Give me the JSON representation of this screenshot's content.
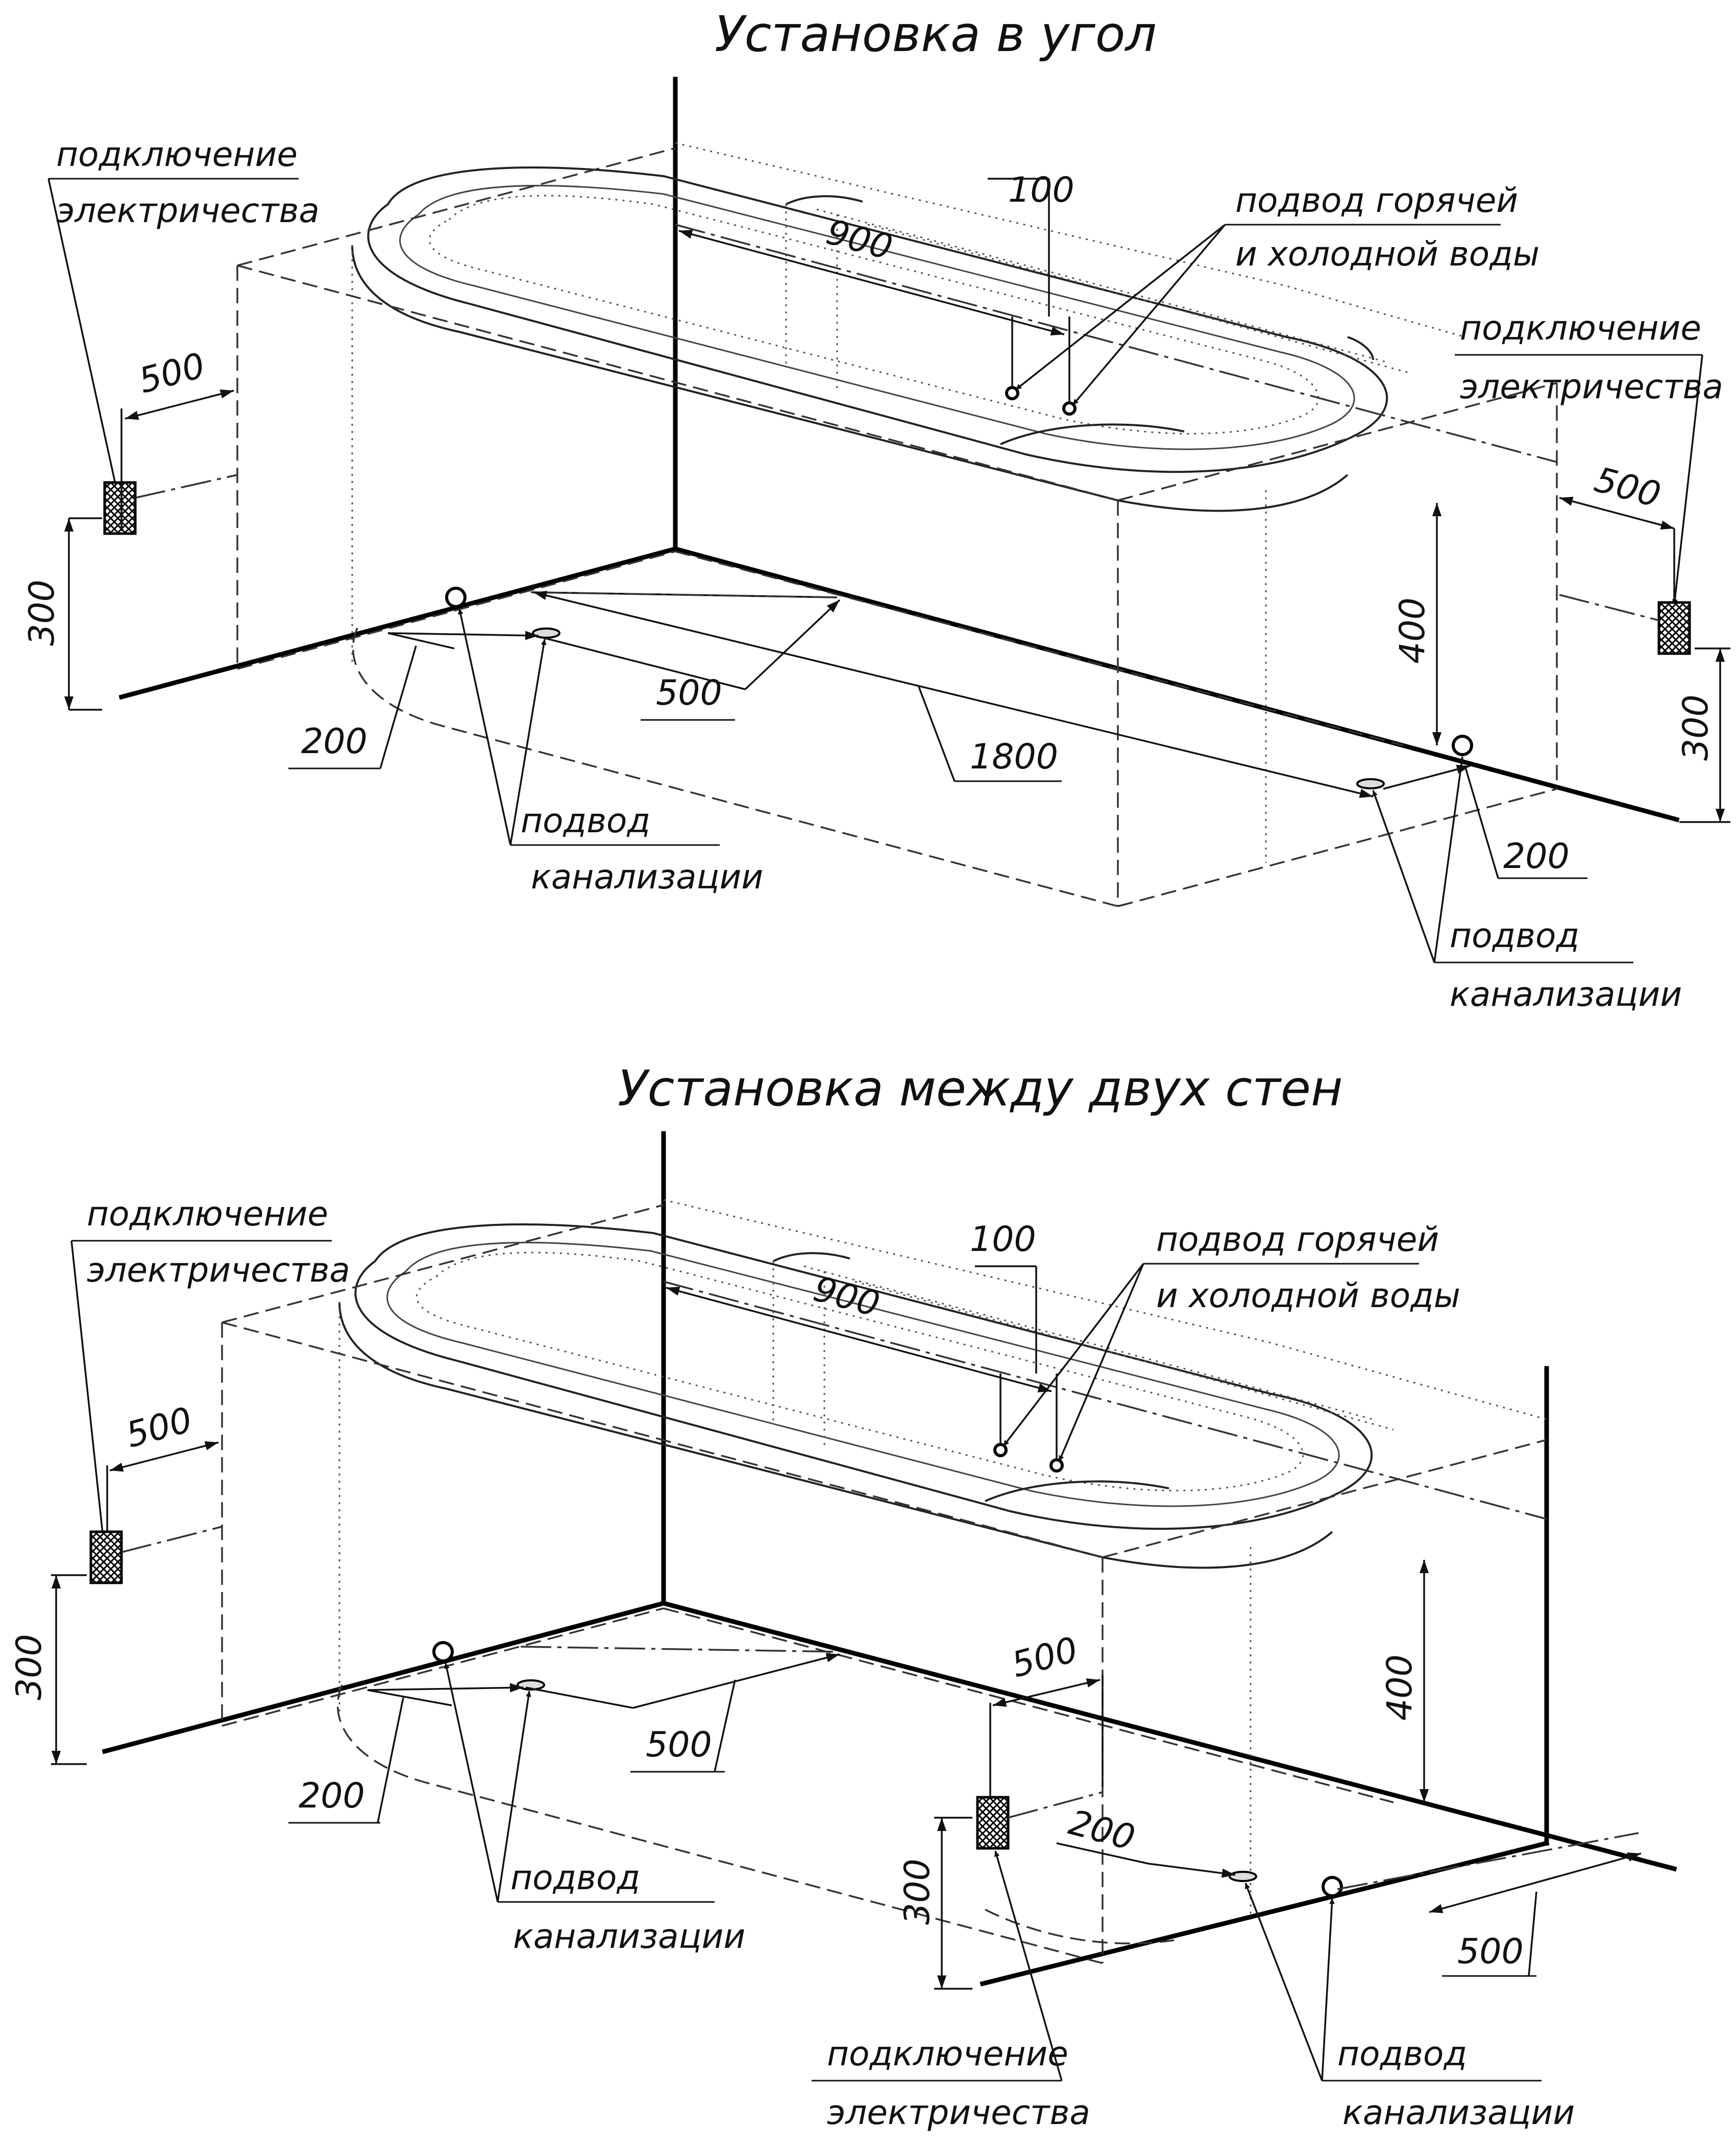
{
  "views": [
    {
      "title": "Установка в угол",
      "labels": {
        "electricity_left": [
          "подключение",
          "электричества"
        ],
        "electricity_right": [
          "подключение",
          "электричества"
        ],
        "water": [
          "подвод горячей",
          "и холодной воды"
        ],
        "sewer_left": [
          "подвод",
          "канализации"
        ],
        "sewer_right": [
          "подвод",
          "канализации"
        ]
      },
      "dims": {
        "water_offset": "100",
        "water_distance": "900",
        "elec_left_horizontal": "500",
        "elec_left_height": "300",
        "elec_right_horizontal": "500",
        "elec_right_height": "300",
        "water_height": "400",
        "drain_left_spacing": "500",
        "drain_left_offset": "200",
        "length": "1800",
        "drain_right_offset": "200"
      }
    },
    {
      "title": "Установка между двух стен",
      "labels": {
        "electricity_left": [
          "подключение",
          "электричества"
        ],
        "electricity_bottom": [
          "подключение",
          "электричества"
        ],
        "water": [
          "подвод горячей",
          "и холодной воды"
        ],
        "sewer_left": [
          "подвод",
          "канализации"
        ],
        "sewer_right": [
          "подвод",
          "канализации"
        ]
      },
      "dims": {
        "water_offset": "100",
        "water_distance": "900",
        "elec_left_horizontal": "500",
        "elec_left_height": "300",
        "elec_bottom_horizontal": "500",
        "elec_bottom_height": "300",
        "water_height": "400",
        "drain_left_spacing": "500",
        "drain_left_offset": "200",
        "drain_right_offset": "200",
        "drain_right_spacing": "500"
      }
    }
  ]
}
